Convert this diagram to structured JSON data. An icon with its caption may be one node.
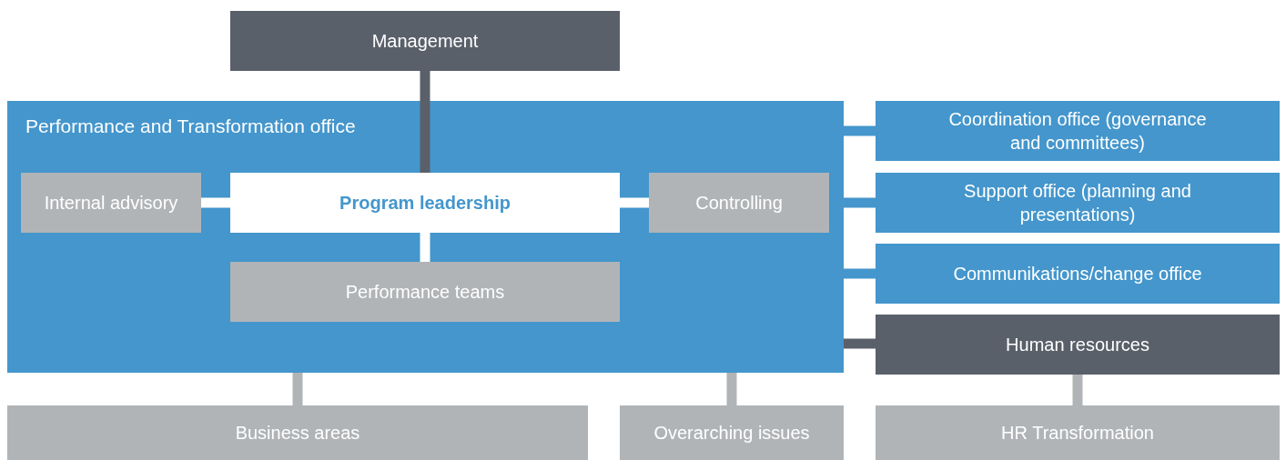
{
  "diagram": {
    "nodes": [
      {
        "text": [
          "Management"
        ]
      },
      {
        "text": [
          "Performance and Transformation office"
        ]
      },
      {
        "text": [
          "Internal advisory"
        ],
        "in": 1
      },
      {
        "text": [
          "Program leadership"
        ],
        "in": 1
      },
      {
        "text": [
          "Controlling"
        ],
        "in": 1
      },
      {
        "text": [
          "Performance teams"
        ],
        "in": 1
      },
      {
        "text": [
          "Coordination office (governance and committees)"
        ]
      },
      {
        "text": [
          "Support office (planning and presentations)"
        ]
      },
      {
        "text": [
          "Communikations/change office"
        ]
      },
      {
        "text": [
          "Human resources"
        ]
      },
      {
        "text": [
          "Business areas"
        ]
      },
      {
        "text": [
          "Overarching issues"
        ]
      },
      {
        "text": [
          "HR Transformation"
        ]
      }
    ],
    "edges": [
      {
        "from": 0,
        "to": 3,
        "arrow": "none",
        "color": "#5a606a"
      },
      {
        "from": 2,
        "to": 3,
        "arrow": "none"
      },
      {
        "from": 3,
        "to": 4,
        "arrow": "none"
      },
      {
        "from": 3,
        "to": 5,
        "arrow": "none"
      },
      {
        "from": 1,
        "to": 6,
        "arrow": "none",
        "color": "#4496cc"
      },
      {
        "from": 1,
        "to": 7,
        "arrow": "none",
        "color": "#4496cc"
      },
      {
        "from": 1,
        "to": 8,
        "arrow": "none",
        "color": "#4496cc"
      },
      {
        "from": 1,
        "to": 9,
        "arrow": "none",
        "color": "#5a606a"
      },
      {
        "from": 1,
        "to": 10,
        "arrow": "none",
        "color": "#b1b4b7"
      },
      {
        "from": 1,
        "to": 11,
        "arrow": "none",
        "color": "#b1b4b7"
      },
      {
        "from": 9,
        "to": 12,
        "arrow": "none",
        "color": "#b1b4b7"
      }
    ]
  }
}
